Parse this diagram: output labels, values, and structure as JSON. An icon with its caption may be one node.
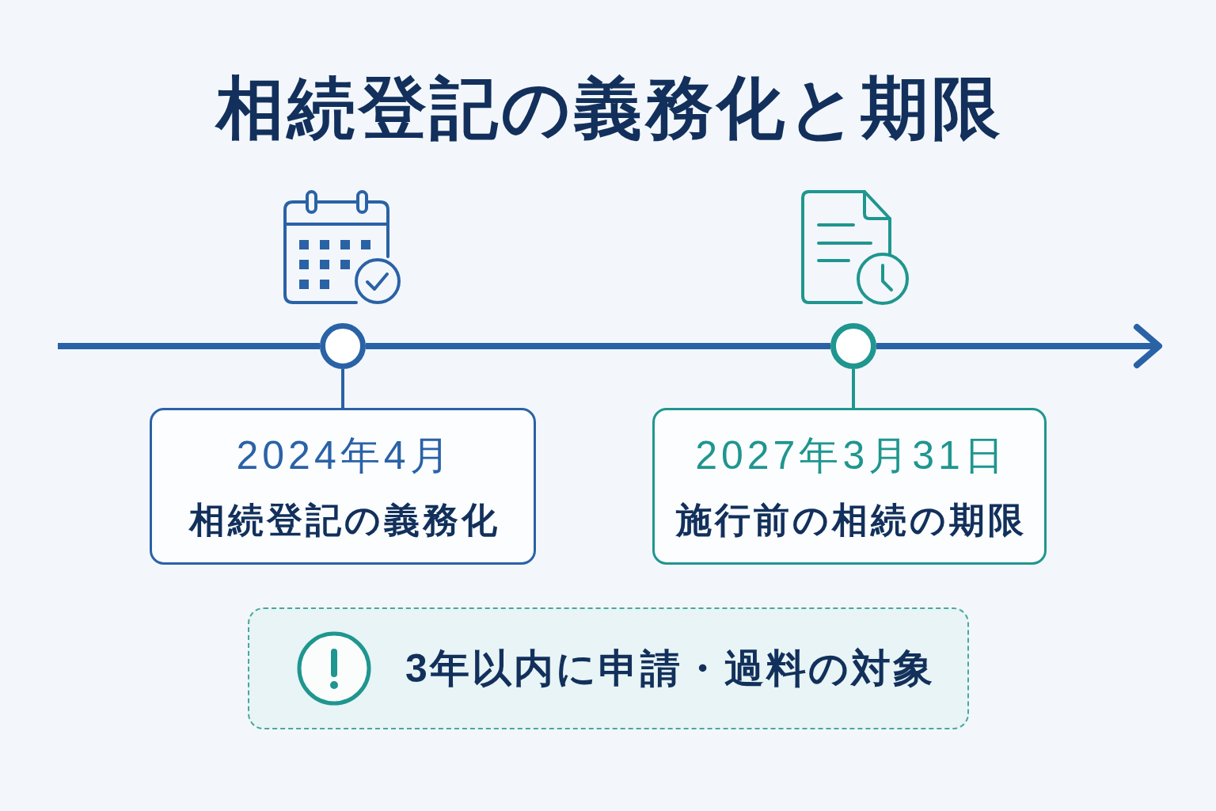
{
  "diagram": {
    "title": "相続登記の義務化と期限",
    "nodes": [
      {
        "text": [],
        "shape": "circle"
      },
      {
        "text": [
          "2024年4月",
          "相続登記の義務化"
        ]
      },
      {
        "text": [],
        "shape": "circle"
      },
      {
        "text": [
          "2027年3月31日",
          "施行前の相続の期限"
        ]
      },
      {
        "text": [
          "3年以内に申請・過料の対象"
        ]
      }
    ],
    "edges": [
      {
        "from": null,
        "to": 0,
        "arrow": "none"
      },
      {
        "from": 0,
        "to": 2,
        "arrow": "none"
      },
      {
        "from": 2,
        "to": null,
        "arrow": "to"
      },
      {
        "from": 0,
        "to": 1,
        "arrow": "none"
      },
      {
        "from": 2,
        "to": 3,
        "arrow": "none",
        "color": "#1f968f"
      }
    ]
  }
}
